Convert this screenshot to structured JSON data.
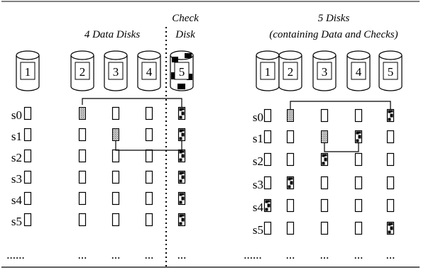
{
  "left_panel": {
    "title": "4 Data Disks",
    "check_title_line1": "Check",
    "check_title_line2": "Disk",
    "disks": [
      {
        "label": "1",
        "kind": "data"
      },
      {
        "label": "2",
        "kind": "data"
      },
      {
        "label": "3",
        "kind": "data"
      },
      {
        "label": "4",
        "kind": "data"
      },
      {
        "label": "5",
        "kind": "check"
      }
    ],
    "stripe_labels": [
      "s0",
      "s1",
      "s2",
      "s3",
      "s4",
      "s5"
    ],
    "ellipsis": [
      "......",
      "...",
      "...",
      "...",
      "..."
    ],
    "cells": [
      [
        "empty",
        "shaded",
        "empty",
        "empty",
        "parity"
      ],
      [
        "empty",
        "empty",
        "shaded",
        "empty",
        "parity"
      ],
      [
        "empty",
        "empty",
        "empty",
        "empty",
        "parity"
      ],
      [
        "empty",
        "empty",
        "empty",
        "empty",
        "parity"
      ],
      [
        "empty",
        "empty",
        "empty",
        "empty",
        "parity"
      ],
      [
        "empty",
        "empty",
        "empty",
        "empty",
        "parity"
      ]
    ]
  },
  "right_panel": {
    "title_line1": "5 Disks",
    "title_line2": "(containing Data and Checks)",
    "disks": [
      {
        "label": "1"
      },
      {
        "label": "2"
      },
      {
        "label": "3"
      },
      {
        "label": "4"
      },
      {
        "label": "5"
      }
    ],
    "stripe_labels": [
      "s0",
      "s1",
      "s2",
      "s3",
      "s4",
      "s5"
    ],
    "ellipsis": [
      "......",
      "...",
      "...",
      "...",
      "..."
    ],
    "cells": [
      [
        "empty",
        "shaded",
        "empty",
        "empty",
        "parity"
      ],
      [
        "empty",
        "empty",
        "shaded",
        "parity",
        "empty"
      ],
      [
        "empty",
        "empty",
        "parity",
        "empty",
        "empty"
      ],
      [
        "empty",
        "parity",
        "empty",
        "empty",
        "empty"
      ],
      [
        "parity",
        "empty",
        "empty",
        "empty",
        "empty"
      ],
      [
        "empty",
        "empty",
        "empty",
        "empty",
        "parity"
      ]
    ]
  },
  "colors": {
    "ink": "#000000",
    "shaded_fill": "#bdbdbd",
    "background": "#ffffff"
  }
}
